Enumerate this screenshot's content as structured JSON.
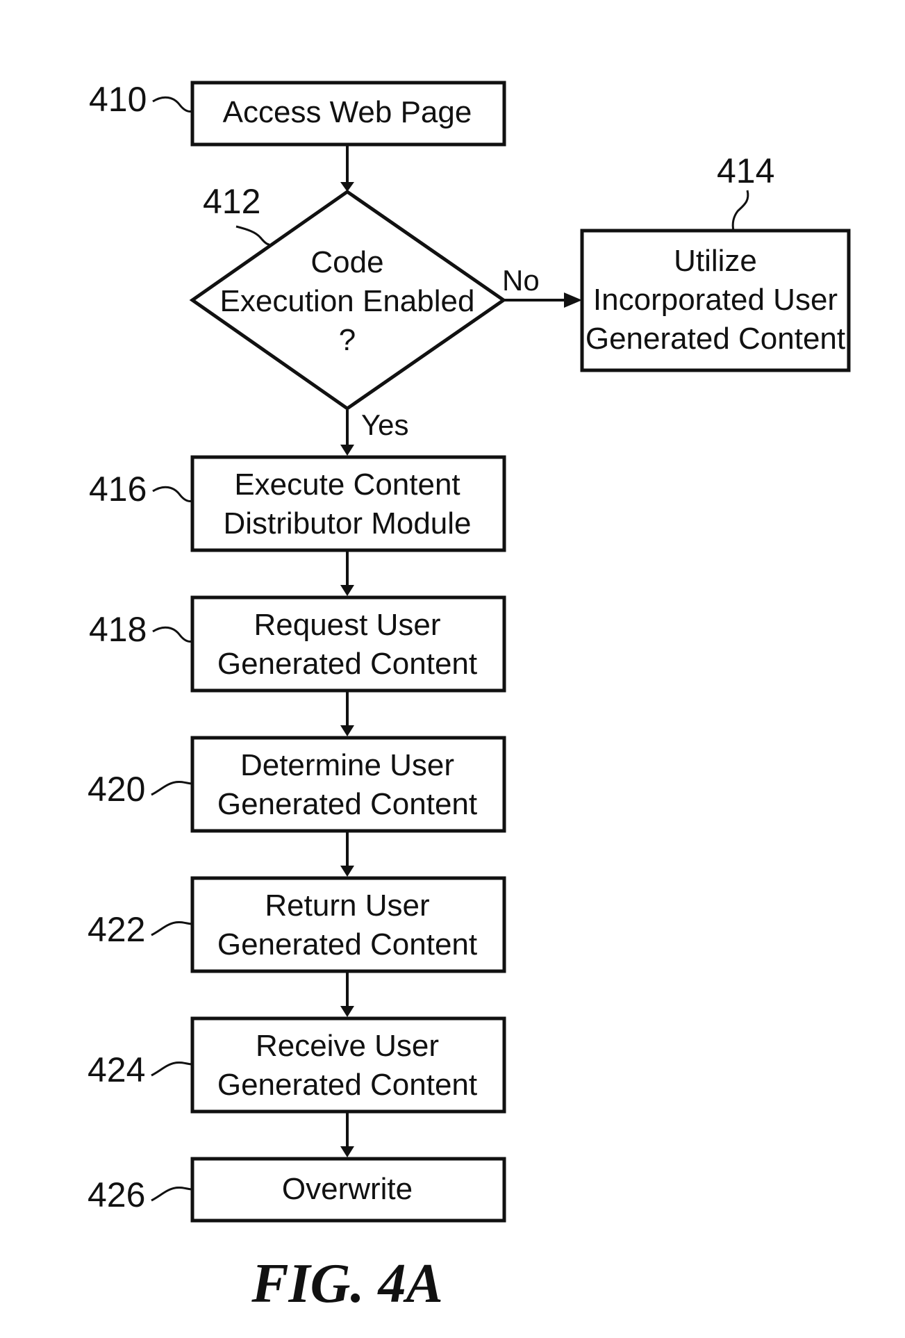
{
  "figure_caption": "FIG. 4A",
  "steps": [
    {
      "ref": "410",
      "lines": [
        "Access Web Page"
      ]
    },
    {
      "ref": "412",
      "lines": [
        "Code",
        "Execution Enabled",
        "?"
      ]
    },
    {
      "ref": "414",
      "lines": [
        "Utilize",
        "Incorporated User",
        "Generated Content"
      ]
    },
    {
      "ref": "416",
      "lines": [
        "Execute Content",
        "Distributor Module"
      ]
    },
    {
      "ref": "418",
      "lines": [
        "Request User",
        "Generated Content"
      ]
    },
    {
      "ref": "420",
      "lines": [
        "Determine User",
        "Generated Content"
      ]
    },
    {
      "ref": "422",
      "lines": [
        "Return User",
        "Generated Content"
      ]
    },
    {
      "ref": "424",
      "lines": [
        "Receive User",
        "Generated Content"
      ]
    },
    {
      "ref": "426",
      "lines": [
        "Overwrite"
      ]
    }
  ],
  "branches": {
    "no": "No",
    "yes": "Yes"
  }
}
